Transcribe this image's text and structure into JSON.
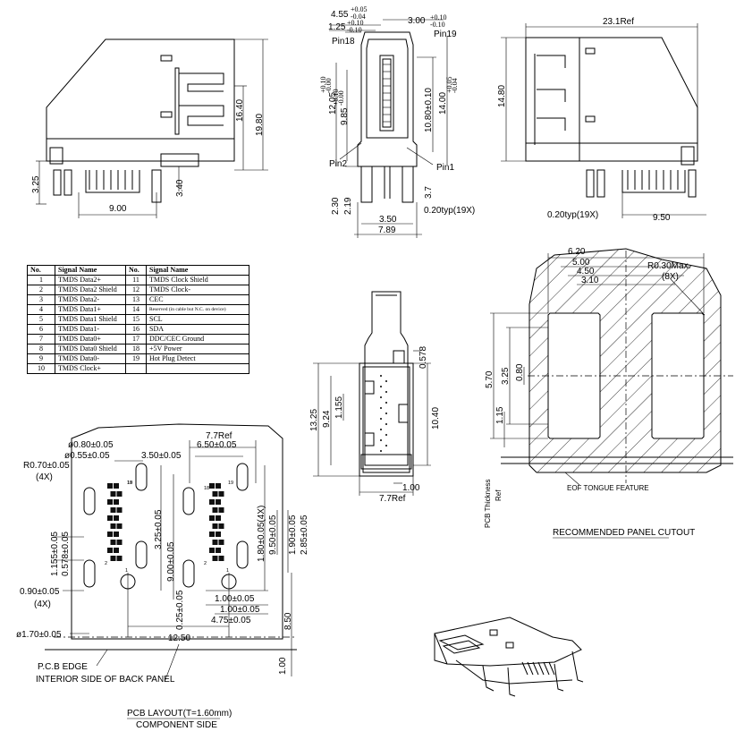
{
  "top_left_view": {
    "dims": [
      "16.40",
      "19.80",
      "3.25",
      "3.40",
      "9.00"
    ]
  },
  "front_view": {
    "dims": [
      "4.55",
      "+0.05",
      "-0.04",
      "1.25",
      "+0.10",
      "-0.10",
      "3.00",
      "+0.10",
      "-0.10",
      "12.05",
      "+0.10",
      "-0.00",
      "9.85",
      "+0.10",
      "-0.00",
      "10.80±0.10",
      "14.00",
      "+0.05",
      "-0.04",
      "2.30",
      "2.19",
      "3.7",
      "3.50",
      "7.89",
      "0.20typ(19X)"
    ],
    "pins": [
      "Pin18",
      "Pin19",
      "Pin2",
      "Pin1"
    ]
  },
  "side_view": {
    "dims": [
      "23.1Ref",
      "14.80",
      "0.20typ(19X)",
      "9.50"
    ]
  },
  "signal_table": {
    "headers": [
      "No.",
      "Signal Name",
      "No.",
      "Signal Name"
    ],
    "rows": [
      [
        "1",
        "TMDS Data2+",
        "11",
        "TMDS Clock Shield"
      ],
      [
        "2",
        "TMDS Data2 Shield",
        "12",
        "TMDS Clock-"
      ],
      [
        "3",
        "TMDS Data2-",
        "13",
        "CEC"
      ],
      [
        "4",
        "TMDS Data1+",
        "14",
        "Reserved (in cable but N.C. on device)"
      ],
      [
        "5",
        "TMDS Data1 Shield",
        "15",
        "SCL"
      ],
      [
        "6",
        "TMDS Data1-",
        "16",
        "SDA"
      ],
      [
        "7",
        "TMDS Data0+",
        "17",
        "DDC/CEC Ground"
      ],
      [
        "8",
        "TMDS Data0 Shield",
        "18",
        "+5V Power"
      ],
      [
        "9",
        "TMDS Data0-",
        "19",
        "Hot Plug Detect"
      ],
      [
        "10",
        "TMDS Clock+",
        "",
        ""
      ]
    ]
  },
  "end_view": {
    "dims": [
      "0.578",
      "13.25",
      "9.24",
      "1.155",
      "10.40",
      "7.7Ref",
      "1.00"
    ]
  },
  "panel_cutout": {
    "dims": [
      "6.20",
      "5.00",
      "4.50",
      "3.10",
      "R0.30Max.",
      "(8X)",
      "5.70",
      "3.25",
      "0.80",
      "1.15"
    ],
    "labels": [
      "PCB Thickness",
      "Ref",
      "EOF TONGUE FEATURE"
    ],
    "title": "RECOMMENDED  PANEL CUTOUT"
  },
  "pcb_layout": {
    "dims": [
      "R0.70±0.05",
      "(4X)",
      "ø0.80±0.05",
      "ø0.55±0.05",
      "7.7Ref",
      "6.50±0.05",
      "3.50±0.05",
      "3.25±0.05",
      "9.00±0.05",
      "1.80±0.05(4X)",
      "9.50±0.05",
      "1.90±0.05",
      "2.85±0.05",
      "1.155±0.05",
      "0.578±0.05",
      "0.90±0.05",
      "(4X)",
      "1.00±0.05",
      "1.00±0.05",
      "4.75±0.05",
      "0.25±0.05",
      "8.50",
      "ø1.70±0.05",
      "12.50",
      "1.00"
    ],
    "pin_labels": [
      "18",
      "19",
      "2",
      "1",
      "18",
      "19",
      "2",
      "1"
    ],
    "notes": [
      "P.C.B EDGE",
      "INTERIOR SIDE OF BACK PANEL"
    ],
    "title": "PCB  LAYOUT(T=1.60mm)",
    "subtitle": "COMPONENT  SIDE"
  }
}
